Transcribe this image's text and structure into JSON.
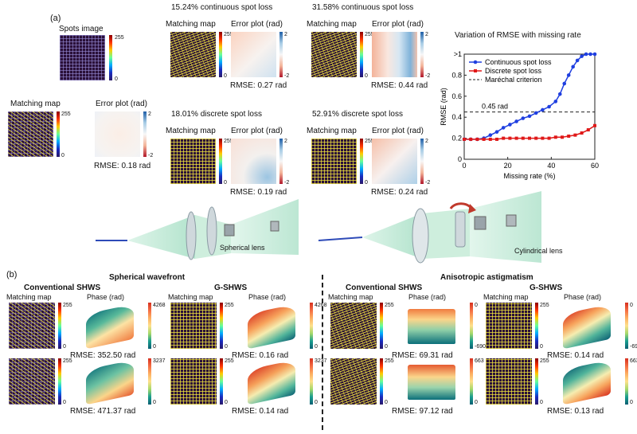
{
  "panel_a": {
    "label": "(a)",
    "spots_title": "Spots image",
    "cb_spot": {
      "max": "255",
      "min": "0"
    },
    "matching_map": "Matching map",
    "error_plot": "Error plot (rad)",
    "cb255": "255",
    "cb0": "0",
    "cb2": "2",
    "cbm2": "-2",
    "base_rmse": "RMSE: 0.18 rad",
    "cases": [
      {
        "title": "15.24% continuous spot loss",
        "rmse": "RMSE: 0.27 rad"
      },
      {
        "title": "31.58% continuous spot loss",
        "rmse": "RMSE: 0.44 rad"
      },
      {
        "title": "18.01% discrete spot loss",
        "rmse": "RMSE: 0.19 rad"
      },
      {
        "title": "52.91% discrete spot loss",
        "rmse": "RMSE: 0.24 rad"
      }
    ],
    "lens_spherical": "Spherical lens",
    "lens_cylindrical": "Cylindrical lens"
  },
  "chart_data": {
    "type": "line",
    "title": "Variation of RMSE with missing rate",
    "xlabel": "Missing rate (%)",
    "ylabel": "RMSE (rad)",
    "xlim": [
      0,
      60
    ],
    "ylim": [
      0,
      1
    ],
    "xticks": [
      "0",
      "20",
      "40",
      "60"
    ],
    "yticks": [
      "0",
      "0.2",
      "0.4",
      "0.6",
      "0.8",
      ">1"
    ],
    "legend_position": "top-right",
    "series": [
      {
        "name": "Continuous spot loss",
        "color": "#1f3fe0",
        "x": [
          0,
          3,
          6,
          9,
          12,
          15,
          18,
          21,
          24,
          27,
          30,
          33,
          36,
          39,
          42,
          44,
          46,
          48,
          50,
          52,
          54,
          56,
          58,
          60
        ],
        "y": [
          0.19,
          0.19,
          0.19,
          0.2,
          0.23,
          0.26,
          0.3,
          0.33,
          0.36,
          0.39,
          0.41,
          0.44,
          0.47,
          0.5,
          0.55,
          0.62,
          0.72,
          0.8,
          0.88,
          0.94,
          0.98,
          1.0,
          1.0,
          1.0
        ]
      },
      {
        "name": "Discrete spot loss",
        "color": "#e01818",
        "x": [
          0,
          3,
          6,
          9,
          12,
          15,
          18,
          21,
          24,
          27,
          30,
          33,
          36,
          39,
          42,
          45,
          48,
          51,
          54,
          57,
          60
        ],
        "y": [
          0.19,
          0.19,
          0.19,
          0.19,
          0.19,
          0.19,
          0.2,
          0.2,
          0.2,
          0.2,
          0.2,
          0.2,
          0.2,
          0.2,
          0.21,
          0.21,
          0.22,
          0.23,
          0.25,
          0.28,
          0.32
        ]
      }
    ],
    "reference": {
      "name": "Maréchal criterion",
      "y": 0.45,
      "label": "0.45 rad"
    }
  },
  "panel_b": {
    "label": "(b)",
    "spherical": "Spherical wavefront",
    "anisotropic": "Anisotropic astigmatism",
    "conventional": "Conventional SHWS",
    "gshws": "G-SHWS",
    "matching_map": "Matching map",
    "phase": "Phase (rad)",
    "cb255": "255",
    "cb0": "0",
    "sph_cb_top": {
      "max": "4268",
      "min": "0"
    },
    "sph_cb_bot": {
      "max": "3237",
      "min": "0"
    },
    "ani_cb_top": {
      "max": "0",
      "min": "-690"
    },
    "ani_cb_bot": {
      "max": "663",
      "min": "0"
    },
    "rmse": {
      "sph_conv_top": "RMSE: 352.50 rad",
      "sph_g_top": "RMSE: 0.16 rad",
      "sph_conv_bot": "RMSE: 471.37 rad",
      "sph_g_bot": "RMSE: 0.14 rad",
      "ani_conv_top": "RMSE: 69.31 rad",
      "ani_g_top": "RMSE: 0.14 rad",
      "ani_conv_bot": "RMSE: 97.12 rad",
      "ani_g_bot": "RMSE: 0.13 rad"
    }
  }
}
